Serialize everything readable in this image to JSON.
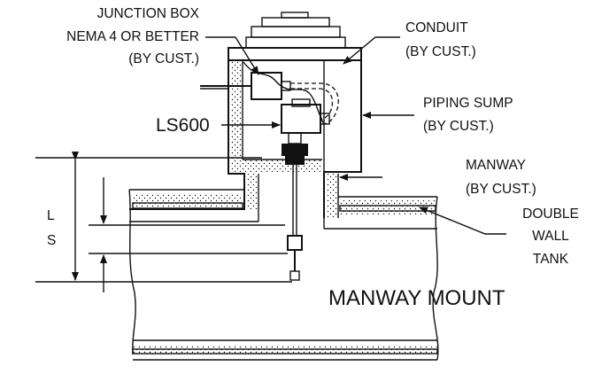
{
  "labels": {
    "junction_box_line1": "JUNCTION BOX",
    "junction_box_line2": "NEMA 4 OR BETTER",
    "junction_box_line3": "(BY CUST.)",
    "conduit_line1": "CONDUIT",
    "conduit_line2": "(BY CUST.)",
    "piping_sump_line1": "PIPING SUMP",
    "piping_sump_line2": "(BY CUST.)",
    "ls600": "LS600",
    "manway_line1": "MANWAY",
    "manway_line2": "(BY CUST.)",
    "double_wall_tank_line1": "DOUBLE",
    "double_wall_tank_line2": "WALL",
    "double_wall_tank_line3": "TANK",
    "dim_l": "L",
    "dim_s": "S",
    "title": "MANWAY MOUNT"
  },
  "colors": {
    "ink": "#111111",
    "background": "#ffffff"
  }
}
